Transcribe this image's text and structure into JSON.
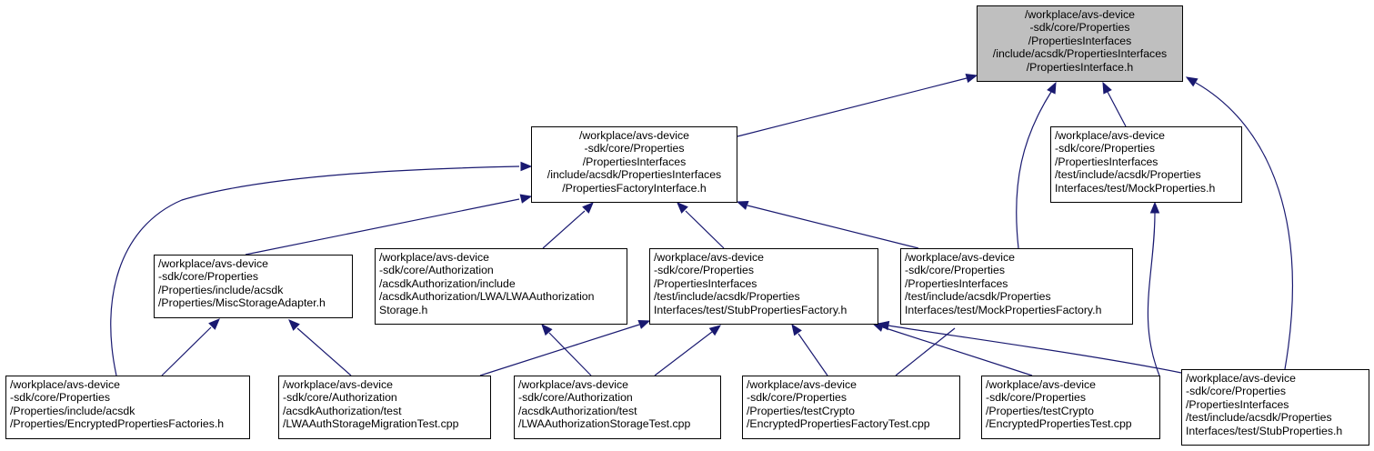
{
  "colors": {
    "edge": "#191970",
    "root_fill": "#bfbfbf",
    "node_fill": "#ffffff",
    "border": "#000000"
  },
  "nodes": {
    "n0": {
      "lines": [
        "/workplace/avs-device",
        "-sdk/core/Properties",
        "/PropertiesInterfaces",
        "/include/acsdk/PropertiesInterfaces",
        "/PropertiesInterface.h"
      ]
    },
    "n1": {
      "lines": [
        "/workplace/avs-device",
        "-sdk/core/Properties",
        "/PropertiesInterfaces",
        "/include/acsdk/PropertiesInterfaces",
        "/PropertiesFactoryInterface.h"
      ]
    },
    "n2": {
      "lines": [
        "/workplace/avs-device",
        "-sdk/core/Properties",
        "/PropertiesInterfaces",
        "/test/include/acsdk/Properties",
        "Interfaces/test/MockProperties.h"
      ]
    },
    "n3": {
      "lines": [
        "/workplace/avs-device",
        "-sdk/core/Properties",
        "/Properties/include/acsdk",
        "/Properties/MiscStorageAdapter.h"
      ]
    },
    "n4": {
      "lines": [
        "/workplace/avs-device",
        "-sdk/core/Authorization",
        "/acsdkAuthorization/include",
        "/acsdkAuthorization/LWA/LWAAuthorization",
        "Storage.h"
      ]
    },
    "n5": {
      "lines": [
        "/workplace/avs-device",
        "-sdk/core/Properties",
        "/PropertiesInterfaces",
        "/test/include/acsdk/Properties",
        "Interfaces/test/StubPropertiesFactory.h"
      ]
    },
    "n6": {
      "lines": [
        "/workplace/avs-device",
        "-sdk/core/Properties",
        "/PropertiesInterfaces",
        "/test/include/acsdk/Properties",
        "Interfaces/test/MockPropertiesFactory.h"
      ]
    },
    "n7": {
      "lines": [
        "/workplace/avs-device",
        "-sdk/core/Properties",
        "/Properties/include/acsdk",
        "/Properties/EncryptedPropertiesFactories.h"
      ]
    },
    "n8": {
      "lines": [
        "/workplace/avs-device",
        "-sdk/core/Authorization",
        "/acsdkAuthorization/test",
        "/LWAAuthStorageMigrationTest.cpp"
      ]
    },
    "n9": {
      "lines": [
        "/workplace/avs-device",
        "-sdk/core/Authorization",
        "/acsdkAuthorization/test",
        "/LWAAuthorizationStorageTest.cpp"
      ]
    },
    "n10": {
      "lines": [
        "/workplace/avs-device",
        "-sdk/core/Properties",
        "/Properties/testCrypto",
        "/EncryptedPropertiesFactoryTest.cpp"
      ]
    },
    "n11": {
      "lines": [
        "/workplace/avs-device",
        "-sdk/core/Properties",
        "/Properties/testCrypto",
        "/EncryptedPropertiesTest.cpp"
      ]
    },
    "n12": {
      "lines": [
        "/workplace/avs-device",
        "-sdk/core/Properties",
        "/PropertiesInterfaces",
        "/test/include/acsdk/Properties",
        "Interfaces/test/StubProperties.h"
      ]
    }
  }
}
